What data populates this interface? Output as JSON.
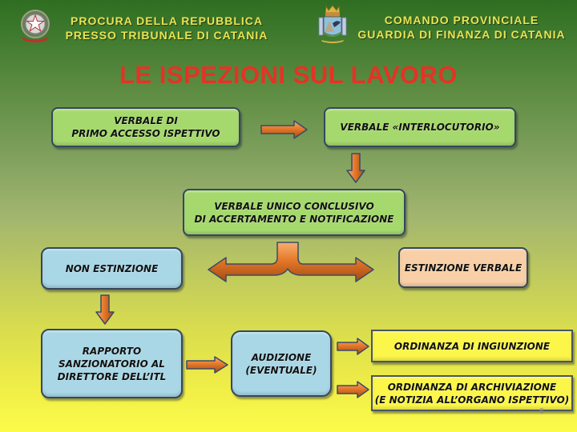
{
  "header": {
    "left": {
      "line1": "PROCURA DELLA REPUBBLICA",
      "line2": "PRESSO TRIBUNALE DI CATANIA",
      "emblem": "italian-republic-emblem-icon"
    },
    "right": {
      "line1": "COMANDO PROVINCIALE",
      "line2": "GUARDIA DI FINANZA DI CATANIA",
      "emblem": "guardia-di-finanza-crest-icon"
    }
  },
  "title": "LE ISPEZIONI SUL LAVORO",
  "flow": {
    "primo_accesso": {
      "line1": "VERBALE DI",
      "line2": "PRIMO ACCESSO ISPETTIVO"
    },
    "interlocutorio": "VERBALE «INTERLOCUTORIO»",
    "unico": {
      "line1": "VERBALE UNICO CONCLUSIVO",
      "line2": "DI ACCERTAMENTO E NOTIFICAZIONE"
    },
    "non_estinzione": "NON ESTINZIONE",
    "estinzione": "ESTINZIONE VERBALE",
    "rapporto": {
      "line1": "RAPPORTO",
      "line2": "SANZIONATORIO AL",
      "line3": "DIRETTORE DELL’ITL"
    },
    "audizione": {
      "line1": "AUDIZIONE",
      "line2": "(EVENTUALE)"
    },
    "ingiunzione": "ORDINANZA DI INGIUNZIONE",
    "archiviazione": {
      "line1": "ORDINANZA DI ARCHIVIAZIONE",
      "line2": "(E NOTIZIA ALL’ORGANO ISPETTIVO)"
    }
  },
  "colors": {
    "title": "#e63226",
    "header_text": "#e9e352",
    "green_box": "#a6d96d",
    "blue_box": "#a9d7e6",
    "peach_box": "#f8cfa6",
    "yellow_box": "#fcf64a",
    "arrow": "#e07b2c"
  },
  "page_number": "6"
}
